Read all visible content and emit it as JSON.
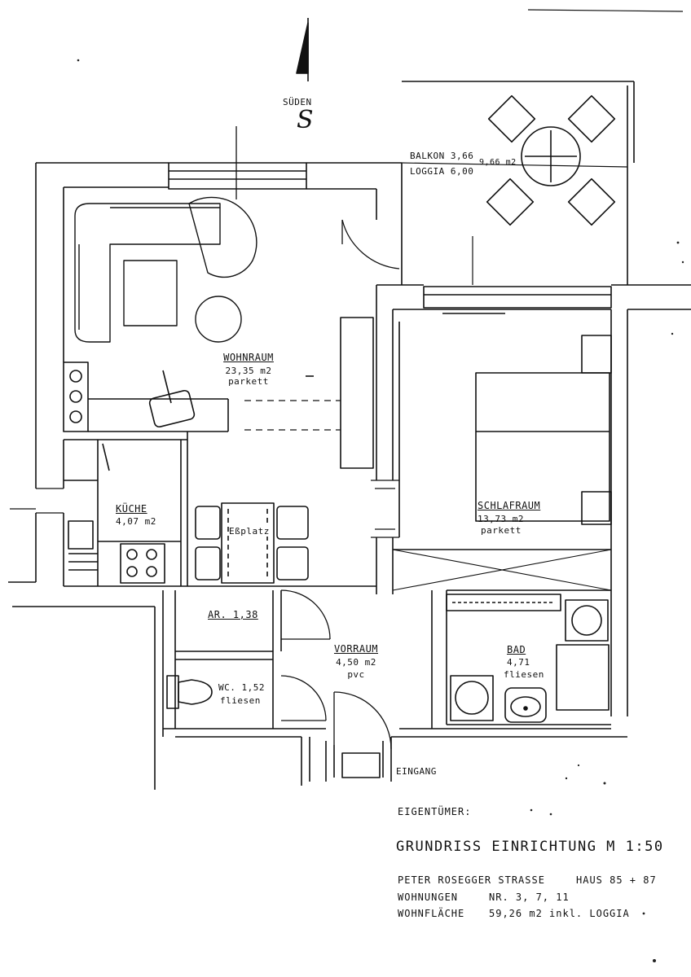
{
  "compass": {
    "label": "SÜDEN",
    "letter": "S"
  },
  "balcony": {
    "line1": "BALKON 3,66",
    "line2": "LOGGIA 6,00",
    "total": "9,66 m2"
  },
  "rooms": {
    "wohnraum": {
      "name": "WOHNRAUM",
      "area": "23,35 m2",
      "floor": "parkett"
    },
    "kueche": {
      "name": "KÜCHE",
      "area": "4,07 m2"
    },
    "essplatz": {
      "name": "Eßplatz"
    },
    "schlafraum": {
      "name": "SCHLAFRAUM",
      "area": "13,73 m2",
      "floor": "parkett"
    },
    "abstellraum": {
      "name": "AR. 1,38"
    },
    "wc": {
      "name": "WC. 1,52",
      "floor": "fliesen"
    },
    "vorraum": {
      "name": "VORRAUM",
      "area": "4,50 m2",
      "floor": "pvc"
    },
    "bad": {
      "name": "BAD",
      "area": "4,71",
      "floor": "fliesen"
    }
  },
  "entrance": "EINGANG",
  "owner_label": "EIGENTÜMER:",
  "title": "GRUNDRISS EINRICHTUNG M 1:50",
  "info": {
    "street": "PETER ROSEGGER STRASSE",
    "house": "HAUS 85 + 87",
    "apartments_label": "WOHNUNGEN",
    "apartments_nr": "NR. 3, 7, 11",
    "area_label": "WOHNFLÄCHE",
    "area_value": "59,26 m2 inkl. LOGGIA"
  }
}
